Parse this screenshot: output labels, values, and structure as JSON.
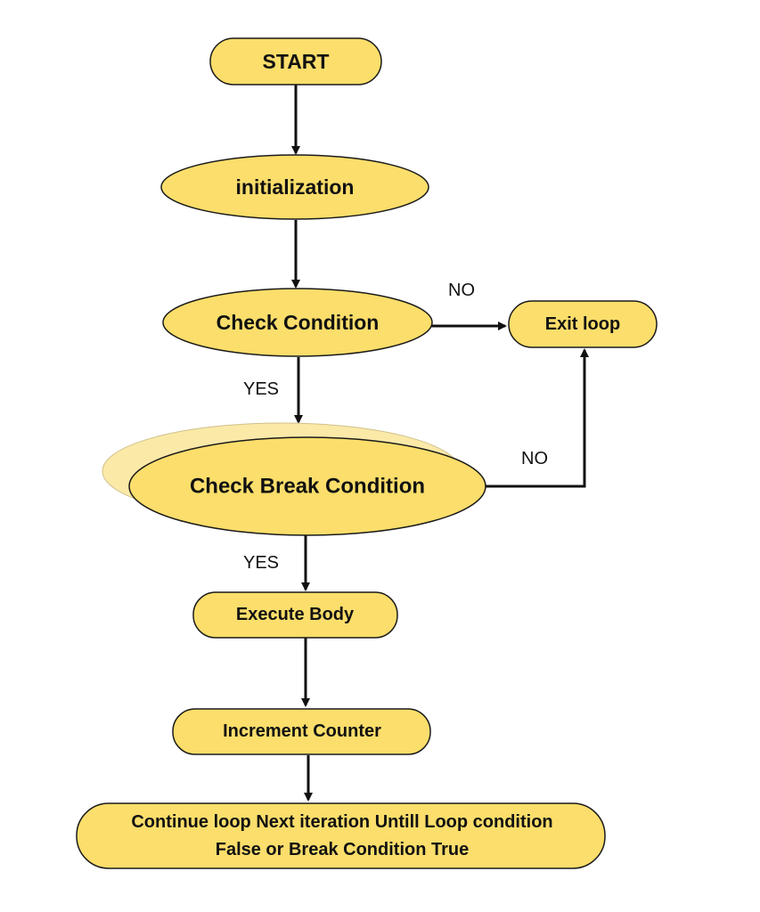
{
  "colors": {
    "node_fill": "#fbde6b",
    "node_stroke": "#1a1a1a",
    "shadow_fill": "#fbe9a8",
    "arrow": "#111111"
  },
  "nodes": {
    "start": "START",
    "init": "initialization",
    "check": "Check Condition",
    "exit": "Exit loop",
    "break_check": "Check Break Condition",
    "execute": "Execute Body",
    "increment": "Increment Counter",
    "continue_line1": "Continue loop Next iteration Untill Loop condition",
    "continue_line2": "False or Break Condition True"
  },
  "edges": {
    "check_no": "NO",
    "check_yes": "YES",
    "break_no": "NO",
    "break_yes": "YES"
  }
}
